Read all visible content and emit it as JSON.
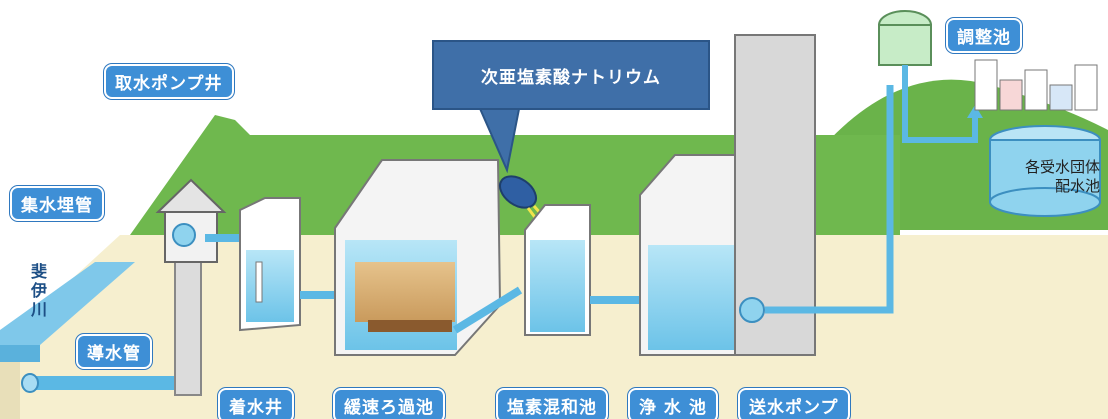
{
  "labels": {
    "intake_pump_well": "取水ポンプ井",
    "collection_pipe": "集水埋管",
    "river": "斐伊川",
    "conduit": "導水管",
    "receiving_well": "着水井",
    "slow_sand_filter": "緩速ろ過池",
    "chlorine_mixing_basin": "塩素混和池",
    "clear_water_reservoir": "浄 水 池",
    "transmission_pump": "送水ポンプ",
    "regulating_reservoir": "調整池",
    "distribution_line1": "各受水団体",
    "distribution_line2": "配水池",
    "chemical": "次亜塩素酸ナトリウム"
  },
  "colors": {
    "ground": "#f6efcf",
    "hill": "#6ab34a",
    "water": "#8fd3ee",
    "pipe": "#5bb8e4",
    "label_bg": "#3e8fd6",
    "callout_bg": "#3f6fa8"
  }
}
